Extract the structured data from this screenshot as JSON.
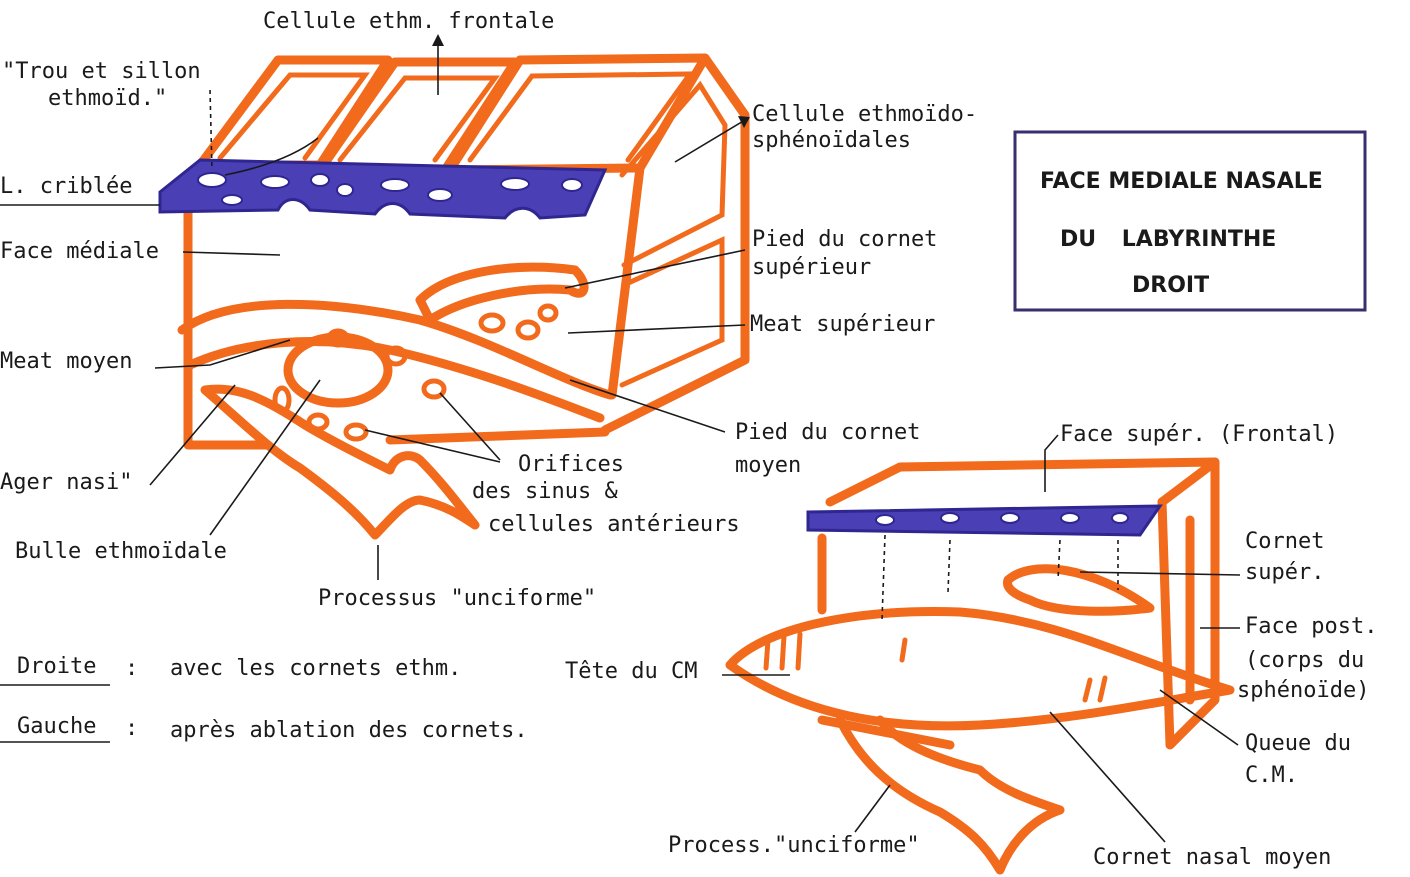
{
  "labels": {
    "cellule_frontale": "Cellule ethm. frontale",
    "trou_sillon_1": "\"Trou et sillon",
    "trou_sillon_2": "ethmoïd.\"",
    "l_criblee": "L. criblée",
    "cellule_spheno_1": "Cellule ethmoïdo-",
    "cellule_spheno_2": "sphénoïdales",
    "face_mediale": "Face médiale",
    "pied_cornet_sup_1": "Pied du cornet",
    "pied_cornet_sup_2": "supérieur",
    "meat_superieur": "Meat supérieur",
    "meat_moyen": "Meat moyen",
    "pied_cornet_moyen_1": "Pied du cornet",
    "pied_cornet_moyen_2": "moyen",
    "ager_nasi": "Ager nasi\"",
    "orifices_1": "Orifices",
    "orifices_2": "des sinus &",
    "orifices_3": "cellules antérieurs",
    "bulle": "Bulle ethmoïdale",
    "processus_unciforme": "Processus \"unciforme\"",
    "face_super": "Face supér. (Frontal)",
    "cornet_super_1": "Cornet",
    "cornet_super_2": "supér.",
    "face_post_1": "Face post.",
    "face_post_2": "(corps du",
    "face_post_3": "sphénoïde)",
    "tete_cm": "Tête du CM",
    "queue_1": "Queue du",
    "queue_2": "C.M.",
    "process_unciforme_2": "Process.\"unciforme\"",
    "cornet_nasal_moyen": "Cornet nasal moyen"
  },
  "legend": {
    "droite_key": "Droite",
    "droite_sep": ":",
    "droite_text": "avec les cornets ethm.",
    "gauche_key": "Gauche",
    "gauche_sep": ":",
    "gauche_text": "après ablation des cornets."
  },
  "title_box": {
    "line1": "FACE MEDIALE NASALE",
    "line2": "DU LABYRINTHE",
    "line3": "DROIT"
  },
  "colors": {
    "bone": "#f26a1b",
    "cribriform": "#4a3fb5",
    "ink": "#1a1a1a"
  }
}
